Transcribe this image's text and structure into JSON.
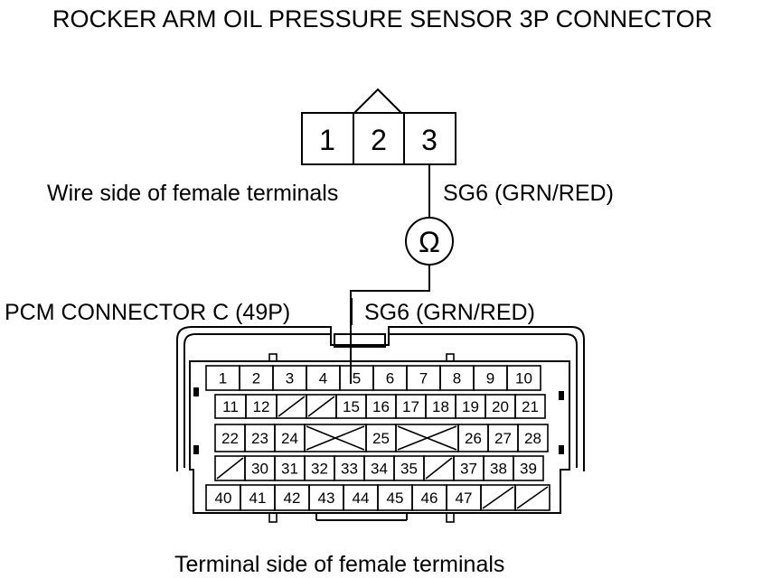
{
  "title": "ROCKER ARM OIL PRESSURE SENSOR 3P CONNECTOR",
  "sensor_connector": {
    "terminals": [
      "1",
      "2",
      "3"
    ],
    "caption": "Wire side of female terminals",
    "wire_label": "SG6 (GRN/RED)"
  },
  "meter": {
    "symbol": "Ω"
  },
  "pcm_connector": {
    "title": "PCM CONNECTOR C (49P)",
    "wire_label": "SG6 (GRN/RED)",
    "caption": "Terminal side of female terminals",
    "rows": [
      [
        "1",
        "2",
        "3",
        "4",
        "5",
        "6",
        "7",
        "8",
        "9",
        "10"
      ],
      [
        "11",
        "12",
        "",
        "",
        "15",
        "16",
        "17",
        "18",
        "19",
        "20",
        "21"
      ],
      [
        "22",
        "23",
        "24",
        "",
        "25",
        "",
        "26",
        "27",
        "28"
      ],
      [
        "",
        "30",
        "31",
        "32",
        "33",
        "34",
        "35",
        "",
        "37",
        "38",
        "39"
      ],
      [
        "40",
        "41",
        "42",
        "43",
        "44",
        "45",
        "46",
        "47",
        "",
        ""
      ]
    ]
  }
}
